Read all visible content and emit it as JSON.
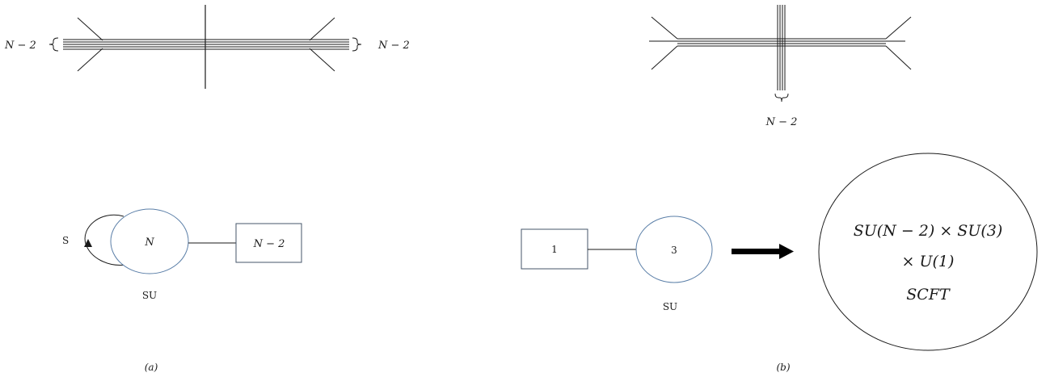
{
  "panel_a": {
    "brane": {
      "left_label": "N − 2",
      "right_label": "N − 2"
    },
    "quiver": {
      "sym_label": "S",
      "gauge_node_label": "N",
      "gauge_group_label": "SU",
      "flavor_node_label": "N − 2"
    },
    "caption": "(a)"
  },
  "panel_b": {
    "brane": {
      "bottom_label": "N − 2"
    },
    "quiver": {
      "flavor_node_label": "1",
      "gauge_node_label": "3",
      "gauge_group_label": "SU"
    },
    "result": {
      "line1": "SU(N − 2) × SU(3)",
      "line2": "× U(1)",
      "line3": "SCFT"
    },
    "caption": "(b)"
  },
  "colors": {
    "ink": "#1a1a1a",
    "node_circle": "#5b7fa8",
    "node_box": "#44546a",
    "arrow": "#000000"
  }
}
